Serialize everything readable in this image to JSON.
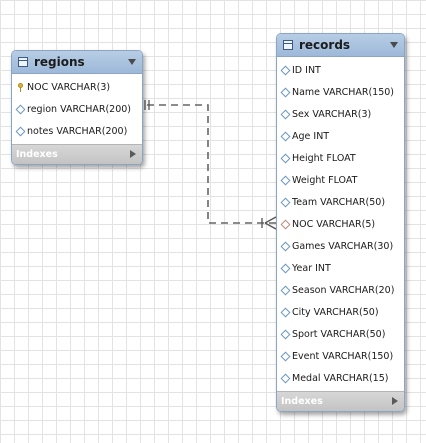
{
  "tables": {
    "regions": {
      "title": "regions",
      "columns": [
        {
          "label": "NOC VARCHAR(3)",
          "icon": "primary-key-icon"
        },
        {
          "label": "region VARCHAR(200)",
          "icon": "column-icon"
        },
        {
          "label": "notes VARCHAR(200)",
          "icon": "column-icon"
        }
      ],
      "indexes_label": "Indexes"
    },
    "records": {
      "title": "records",
      "columns": [
        {
          "label": "ID INT",
          "icon": "column-icon"
        },
        {
          "label": "Name VARCHAR(150)",
          "icon": "column-icon"
        },
        {
          "label": "Sex VARCHAR(3)",
          "icon": "column-icon"
        },
        {
          "label": "Age INT",
          "icon": "column-icon"
        },
        {
          "label": "Height FLOAT",
          "icon": "column-icon"
        },
        {
          "label": "Weight FLOAT",
          "icon": "column-icon"
        },
        {
          "label": "Team VARCHAR(50)",
          "icon": "column-icon"
        },
        {
          "label": "NOC VARCHAR(5)",
          "icon": "foreign-key-icon"
        },
        {
          "label": "Games VARCHAR(30)",
          "icon": "column-icon"
        },
        {
          "label": "Year INT",
          "icon": "column-icon"
        },
        {
          "label": "Season VARCHAR(20)",
          "icon": "column-icon"
        },
        {
          "label": "City VARCHAR(50)",
          "icon": "column-icon"
        },
        {
          "label": "Sport VARCHAR(50)",
          "icon": "column-icon"
        },
        {
          "label": "Event VARCHAR(150)",
          "icon": "column-icon"
        },
        {
          "label": "Medal VARCHAR(15)",
          "icon": "column-icon"
        }
      ],
      "indexes_label": "Indexes"
    }
  },
  "relationship": {
    "from": "regions",
    "to": "records",
    "style": "dashed",
    "cardinality": "one-to-many"
  },
  "colors": {
    "header": "#a9c3e0",
    "line": "#666666",
    "indexes_bar": "#cfcfcf"
  }
}
